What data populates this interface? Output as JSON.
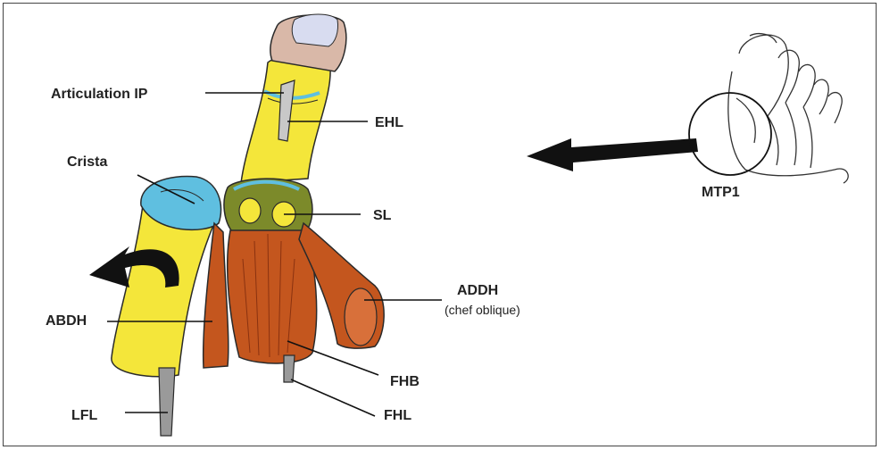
{
  "labels": {
    "articulation_ip": "Articulation IP",
    "ehl": "EHL",
    "crista": "Crista",
    "sl": "SL",
    "addh": "ADDH",
    "addh_sub": "(chef oblique)",
    "abdh": "ABDH",
    "fhb": "FHB",
    "lfl": "LFL",
    "fhl": "FHL",
    "mtp1": "MTP1"
  },
  "colors": {
    "bone": "#f4e63a",
    "muscle": "#c4561e",
    "sesamoid_green": "#7c8a2a",
    "cartilage_blue": "#5fbfe0",
    "nail": "#d9b8a8",
    "tendon": "#9a9a9a",
    "outline": "#2a2a2a"
  }
}
